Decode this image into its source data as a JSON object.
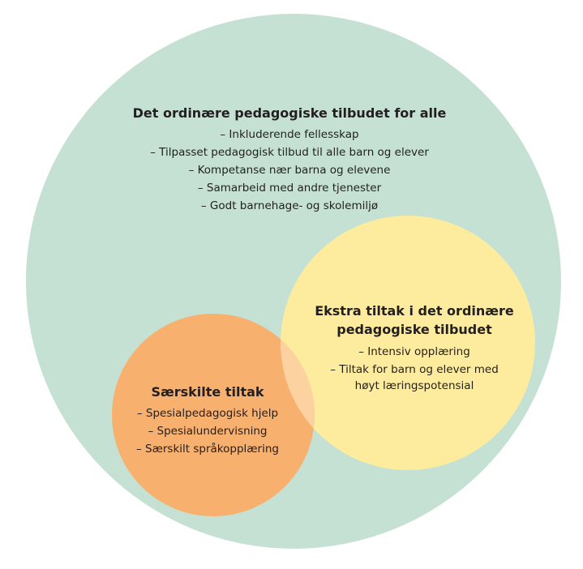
{
  "colors": {
    "outer_circle": "#c5e1d3",
    "extra_circle": "#fdec9e",
    "special_circle": "#f8b06e",
    "overlap": "#fcd2a0",
    "text": "#231f20"
  },
  "outer": {
    "title": "Det ordinære pedagogiske tilbudet for alle",
    "items": [
      "– Inkluderende fellesskap",
      "– Tilpasset pedagogisk tilbud til alle barn og elever",
      "– Kompetanse nær barna og elevene",
      "– Samarbeid med andre tjenester",
      "– Godt barnehage- og skolemiljø"
    ]
  },
  "extra": {
    "title_line1": "Ekstra tiltak i det ordinære",
    "title_line2": "pedagogiske tilbudet",
    "items": [
      "– Intensiv opplæring",
      "– Tiltak for barn og elever med",
      "høyt læringspotensial"
    ]
  },
  "special": {
    "title": "Særskilte tiltak",
    "items": [
      "– Spesialpedagogisk hjelp",
      "– Spesialundervisning",
      "– Særskilt språkopplæring"
    ]
  }
}
